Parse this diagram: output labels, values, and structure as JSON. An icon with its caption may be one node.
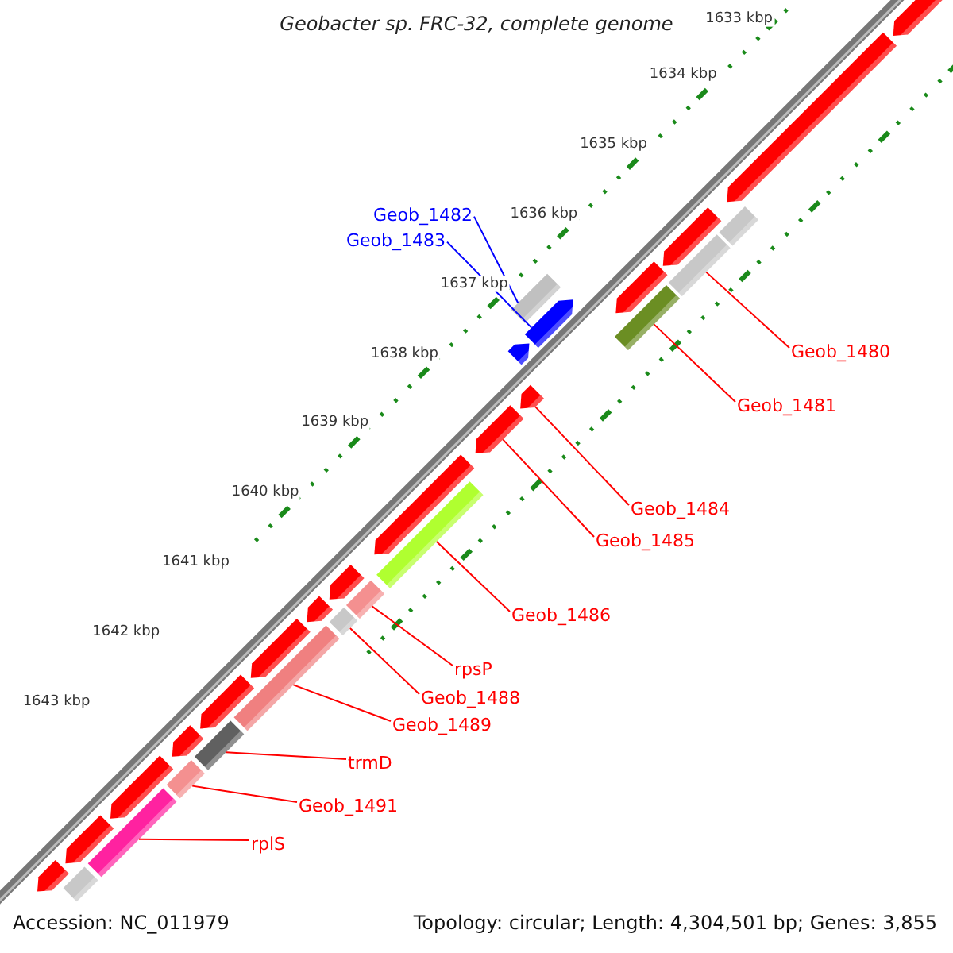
{
  "diagram": {
    "title": "Geobacter sp. FRC-32, complete genome",
    "nodes": [
      {
        "text": [
          "Geob_1482"
        ]
      },
      {
        "text": [
          "Geob_1483"
        ]
      },
      {
        "text": [
          "Geob_1480"
        ]
      },
      {
        "text": [
          "Geob_1481"
        ]
      },
      {
        "text": [
          "Geob_1484"
        ]
      },
      {
        "text": [
          "Geob_1485"
        ]
      },
      {
        "text": [
          "Geob_1486"
        ]
      },
      {
        "text": [
          "rpsP"
        ]
      },
      {
        "text": [
          "Geob_1488"
        ]
      },
      {
        "text": [
          "Geob_1489"
        ]
      },
      {
        "text": [
          "trmD"
        ]
      },
      {
        "text": [
          "Geob_1491"
        ]
      },
      {
        "text": [
          "rplS"
        ]
      },
      {
        "text": [],
        "shape": "arrow"
      },
      {
        "text": [],
        "shape": "bar"
      },
      {
        "text": [],
        "shape": "arrow"
      },
      {
        "text": [],
        "shape": "bar"
      },
      {
        "text": [],
        "shape": "arrow"
      },
      {
        "text": [],
        "shape": "arrow"
      },
      {
        "text": [],
        "shape": "bar"
      },
      {
        "text": [],
        "shape": "bar"
      },
      {
        "text": [],
        "shape": "arrow"
      },
      {
        "text": [],
        "shape": "arrow"
      },
      {
        "text": [],
        "shape": "bar"
      },
      {
        "text": [],
        "shape": "arrow"
      },
      {
        "text": [],
        "shape": "bar"
      },
      {
        "text": [],
        "shape": "arrow"
      },
      {
        "text": [],
        "shape": "bar"
      },
      {
        "text": [],
        "shape": "arrow"
      },
      {
        "text": [],
        "shape": "bar"
      },
      {
        "text": [],
        "shape": "arrow"
      },
      {
        "text": [],
        "shape": "arrow"
      },
      {
        "text": [],
        "shape": "arrow"
      },
      {
        "text": [],
        "shape": "bar"
      },
      {
        "text": [],
        "shape": "arrow"
      },
      {
        "text": [],
        "shape": "arrow"
      },
      {
        "text": [],
        "shape": "bar"
      },
      {
        "text": [],
        "shape": "arrow"
      },
      {
        "text": [],
        "shape": "bar"
      },
      {
        "text": [],
        "shape": "bar"
      },
      {
        "text": [],
        "shape": "arrow"
      },
      {
        "text": [],
        "shape": "arrow"
      }
    ],
    "edges": [
      {
        "from": 0,
        "to": 33,
        "arrow": "none",
        "color": "#0000ff"
      },
      {
        "from": 1,
        "to": 34,
        "arrow": "none",
        "color": "#0000ff"
      },
      {
        "from": 2,
        "to": 38,
        "arrow": "none"
      },
      {
        "from": 3,
        "to": 36,
        "arrow": "none"
      },
      {
        "from": 4,
        "to": 32,
        "arrow": "none"
      },
      {
        "from": 5,
        "to": 30,
        "arrow": "none"
      },
      {
        "from": 6,
        "to": 29,
        "arrow": "none"
      },
      {
        "from": 7,
        "to": 27,
        "arrow": "none"
      },
      {
        "from": 8,
        "to": 25,
        "arrow": "none"
      },
      {
        "from": 9,
        "to": 23,
        "arrow": "none"
      },
      {
        "from": 10,
        "to": 20,
        "arrow": "none"
      },
      {
        "from": 11,
        "to": 19,
        "arrow": "none"
      },
      {
        "from": 12,
        "to": 16,
        "arrow": "none"
      }
    ],
    "labels": [
      "1633 kbp",
      "1634 kbp",
      "1635 kbp",
      "1636 kbp",
      "1637 kbp",
      "1638 kbp",
      "1639 kbp",
      "1640 kbp",
      "1641 kbp",
      "1642 kbp",
      "1643 kbp",
      "Accession: NC_011979",
      "Topology: circular; Length: 4,304,501 bp; Genes: 3,855"
    ]
  }
}
